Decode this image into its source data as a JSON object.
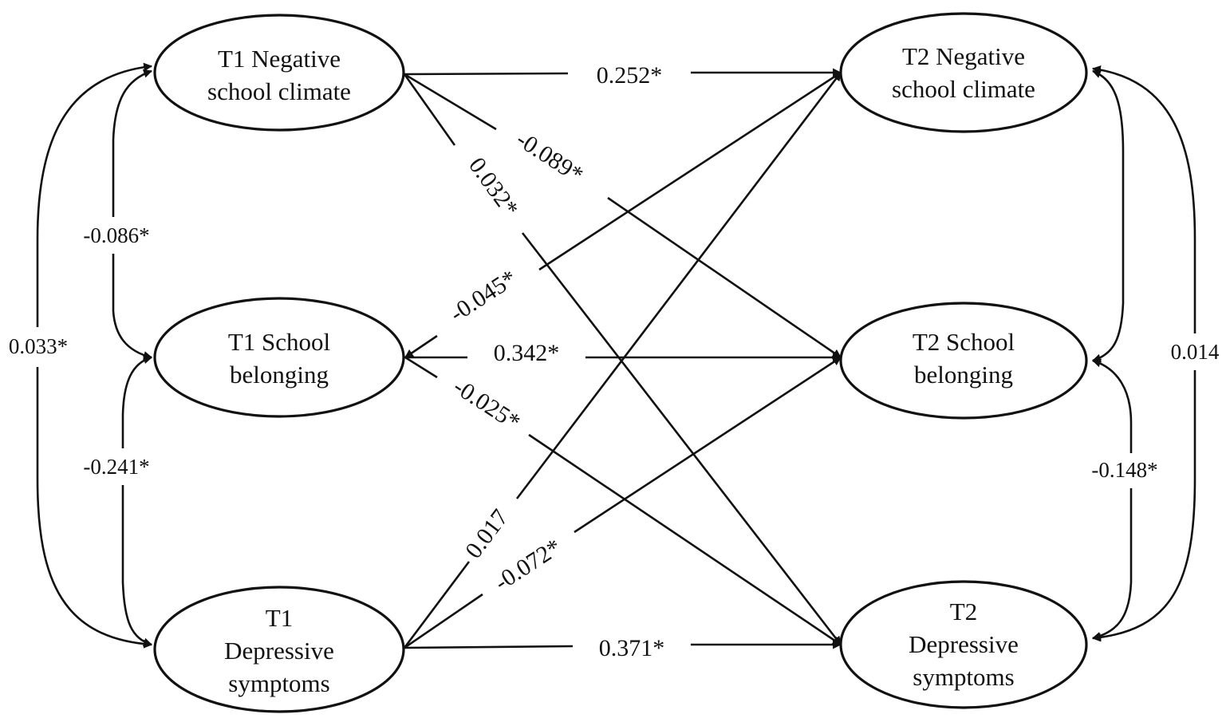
{
  "nodes": {
    "t1_nsc": [
      "T1 Negative",
      "school climate"
    ],
    "t1_sb": [
      "T1 School",
      "belonging"
    ],
    "t1_dep": [
      "T1",
      "Depressive",
      "symptoms"
    ],
    "t2_nsc": [
      "T2 Negative",
      "school climate"
    ],
    "t2_sb": [
      "T2 School",
      "belonging"
    ],
    "t2_dep": [
      "T2",
      "Depressive",
      "symptoms"
    ]
  },
  "paths": {
    "nsc_nsc": "0.252*",
    "nsc_sb": "-0.089*",
    "nsc_dep": "0.032*",
    "sb_nsc": "-0.045*",
    "sb_sb": "0.342*",
    "sb_dep": "-0.025*",
    "dep_nsc": "0.017",
    "dep_sb": "-0.072*",
    "dep_dep": "0.371*"
  },
  "covariances": {
    "t1_nsc_sb": "-0.086*",
    "t1_sb_dep": "-0.241*",
    "t1_nsc_dep": "0.033*",
    "t2_nsc_dep": "0.014",
    "t2_sb_dep": "-0.148*"
  }
}
